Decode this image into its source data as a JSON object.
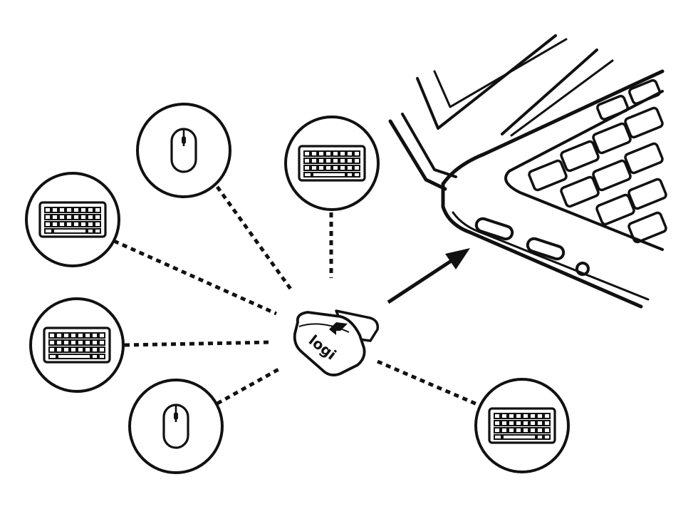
{
  "diagram": {
    "receiver": {
      "logo_text": "logi",
      "icon": "sync-arrows-icon"
    },
    "laptop": {
      "icon": "laptop-icon",
      "ports": [
        "usb-c-port",
        "usb-c-port",
        "audio-jack"
      ]
    },
    "connection_arrow": "arrow-to-laptop",
    "devices": [
      {
        "type": "mouse",
        "icon": "mouse-icon"
      },
      {
        "type": "keyboard",
        "icon": "keyboard-icon"
      },
      {
        "type": "keyboard",
        "icon": "keyboard-icon"
      },
      {
        "type": "keyboard",
        "icon": "keyboard-icon"
      },
      {
        "type": "mouse",
        "icon": "mouse-icon"
      },
      {
        "type": "keyboard",
        "icon": "keyboard-icon"
      }
    ],
    "colors": {
      "stroke": "#111111",
      "background": "#ffffff"
    }
  }
}
